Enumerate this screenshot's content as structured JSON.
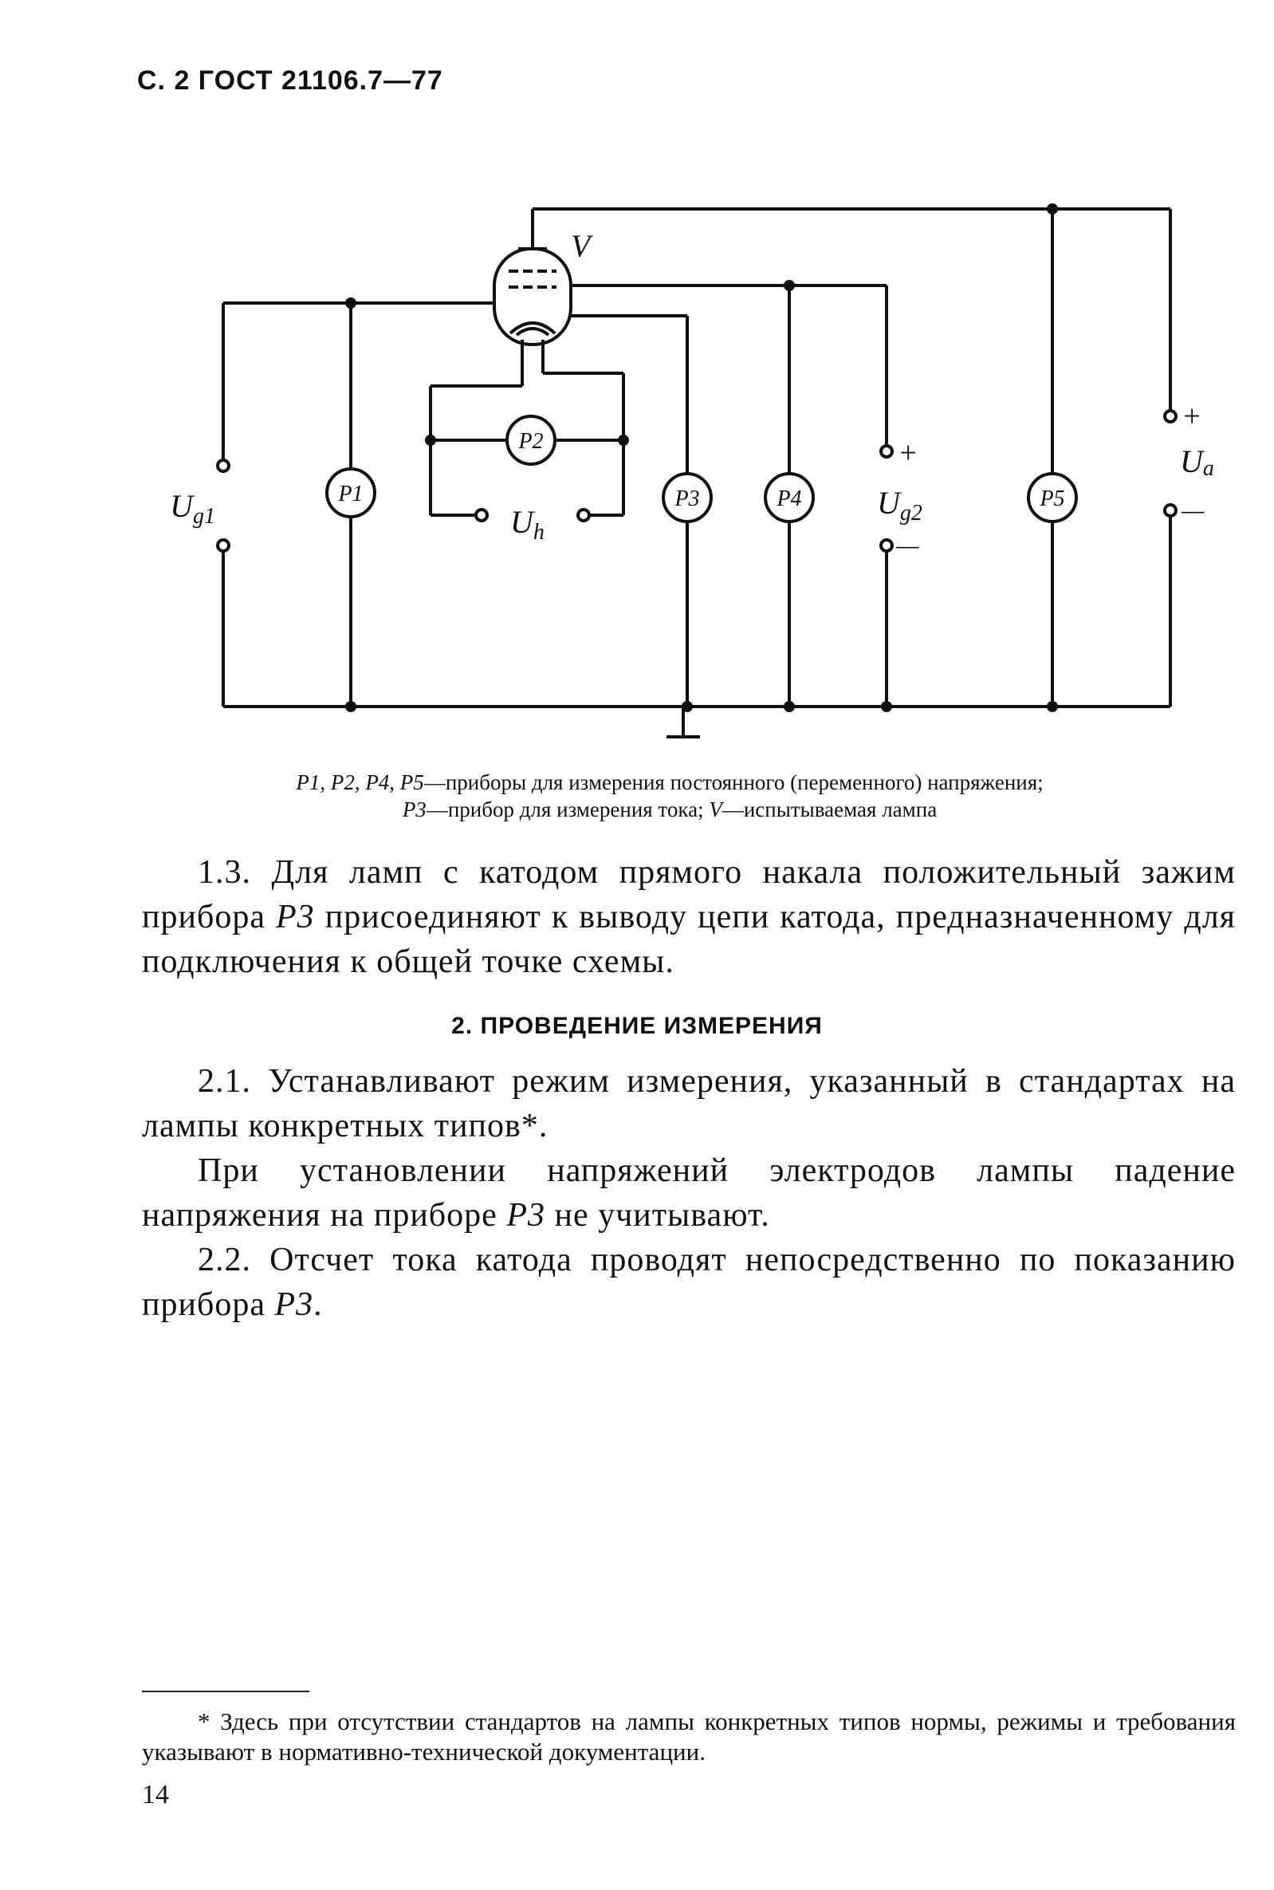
{
  "header": "С. 2 ГОСТ 21106.7—77",
  "diagram": {
    "lamp_label": "V",
    "meters": [
      "P1",
      "P2",
      "P3",
      "P4",
      "P5"
    ],
    "voltages": {
      "ug1": {
        "main": "U",
        "sub": "g1"
      },
      "uh": {
        "main": "U",
        "sub": "h"
      },
      "ug2": {
        "main": "U",
        "sub": "g2"
      },
      "ua": {
        "main": "U",
        "sub": "a"
      }
    },
    "plus": "+",
    "minus": "—"
  },
  "caption": {
    "line1_meters": "P1, P2, P4, P5",
    "line1_text": "—приборы для измерения постоянного (переменного) напряжения;",
    "line2_meter": "P3",
    "line2_text": "—прибор для измерения тока; ",
    "line2_lamp": "V",
    "line2_tail": "—испытываемая лампа"
  },
  "p13": {
    "a": "1.3. Для ламп с катодом прямого накала положительный зажим прибора ",
    "meter": "P3",
    "b": " присоединяют к выводу цепи катода, предназначенному для подключения к общей точке схемы."
  },
  "section2_title": "2. ПРОВЕДЕНИЕ ИЗМЕРЕНИЯ",
  "p21": "2.1. Устанавливают режим  измерения, указанный в стандартах на лампы конкретных типов*.",
  "p21b": {
    "a": "При установлении напряжений электродов лампы падение напряжения на приборе ",
    "meter": "P3",
    "b": " не учитывают."
  },
  "p22": {
    "a": "2.2. Отсчет тока катода проводят непосредственно по показанию прибора ",
    "meter": "P3",
    "b": "."
  },
  "footnote": "* Здесь при отсутствии стандартов на лампы конкретных типов нормы, режимы и требования указывают в нормативно-технической документации.",
  "page_number": "14"
}
